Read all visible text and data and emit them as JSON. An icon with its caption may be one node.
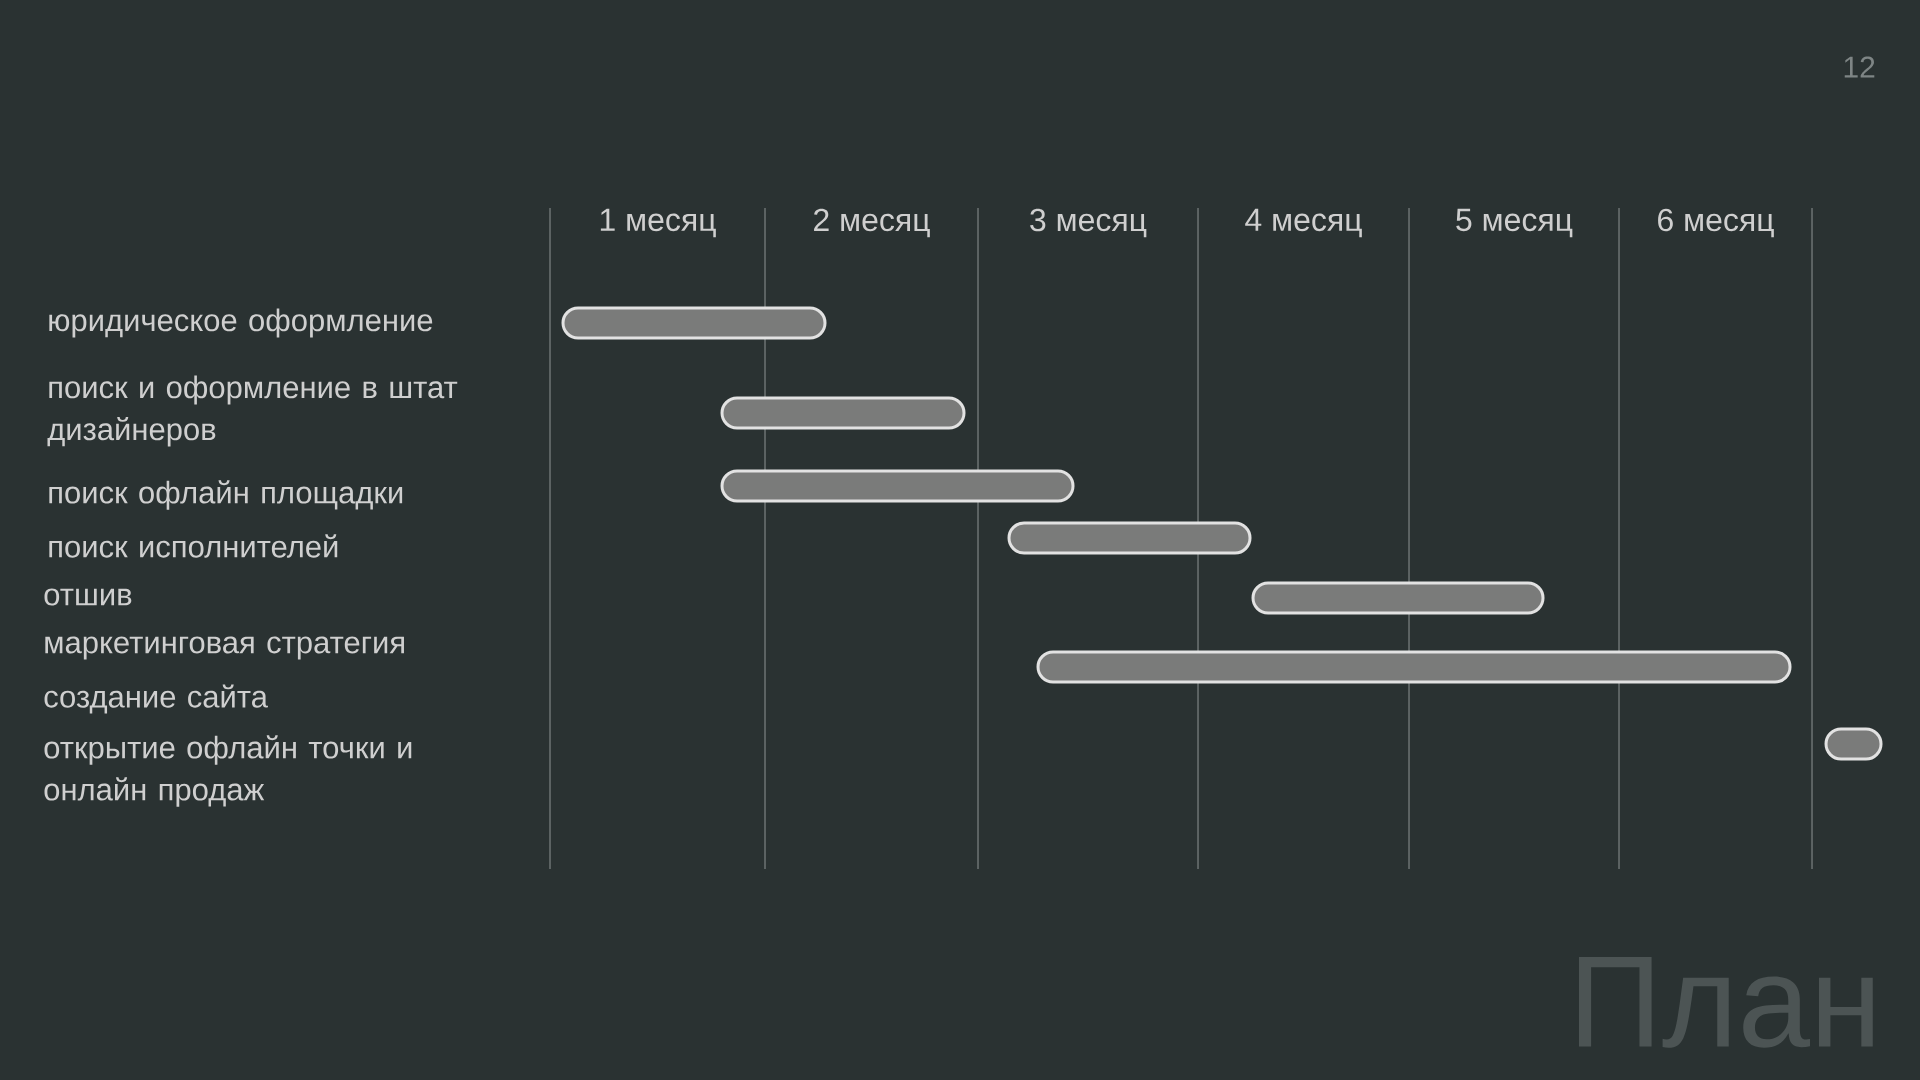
{
  "diagram": {
    "title": "План",
    "nodes": [
      {
        "text": [],
        "shape": "bar"
      },
      {
        "text": [],
        "shape": "bar"
      },
      {
        "text": [],
        "shape": "bar"
      },
      {
        "text": [],
        "shape": "bar"
      },
      {
        "text": [],
        "shape": "bar"
      },
      {
        "text": [],
        "shape": "bar"
      },
      {
        "text": [],
        "shape": "bar"
      }
    ],
    "edges": [],
    "labels": [
      "12",
      "1 месяц",
      "2 месяц",
      "3 месяц",
      "4 месяц",
      "5 месяц",
      "6 месяц",
      "юридическое оформление",
      "поиск и оформление в штат дизайнеров",
      "поиск офлайн площадки",
      "поиск исполнителей",
      "отшив",
      "маркетинговая стратегия",
      "создание сайта",
      "открытие офлайн точки и онлайн продаж"
    ]
  }
}
